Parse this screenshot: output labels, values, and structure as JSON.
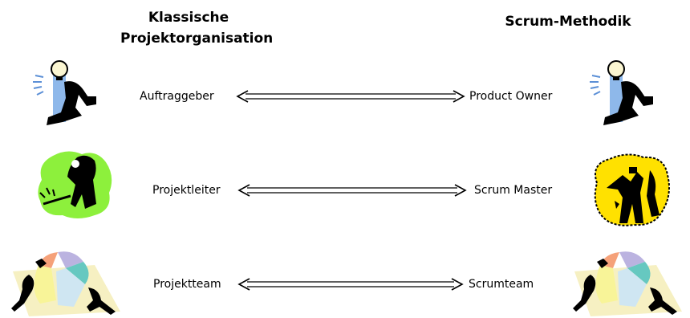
{
  "headers": {
    "left": "Klassische Projektorganisation",
    "right": "Scrum-Methodik"
  },
  "rows": [
    {
      "left": "Auftraggeber",
      "right": "Product Owner"
    },
    {
      "left": "Projektleiter",
      "right": "Scrum Master"
    },
    {
      "left": "Projektteam",
      "right": "Scrumteam"
    }
  ],
  "icons": [
    "businessman-idea-lightbulb-icon",
    "frustrated-manager-icon",
    "team-pushing-pie-chart-icon",
    "celebrating-businessmen-icon"
  ]
}
